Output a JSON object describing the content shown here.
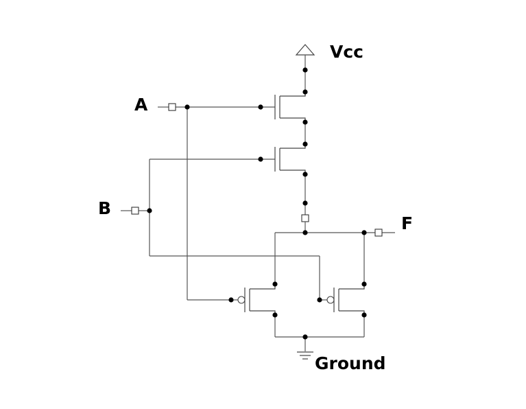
{
  "labels": {
    "vcc": "Vcc",
    "ground": "Ground",
    "input_a": "A",
    "input_b": "B",
    "output_f": "F"
  },
  "colors": {
    "wire": "#555555",
    "node": "#000000",
    "text": "#000000",
    "background": "#ffffff"
  }
}
